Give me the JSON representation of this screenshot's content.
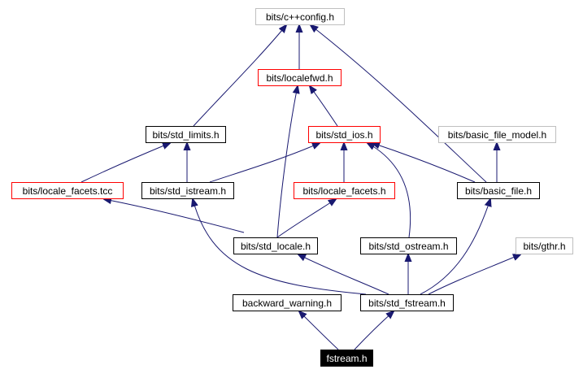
{
  "title": "fstream.h include dependency graph",
  "colors": {
    "edge": "#191970",
    "border_default": "#000000",
    "border_incomplete": "#ff0000",
    "border_undocumented": "#bfbfbf",
    "root_fill": "#000000",
    "root_text": "#ffffff",
    "text": "#000000",
    "background": "#ffffff"
  },
  "nodes": [
    {
      "id": "cppconfig",
      "label": "bits/c++config.h",
      "style": "undocumented"
    },
    {
      "id": "localefwd",
      "label": "bits/localefwd.h",
      "style": "incomplete"
    },
    {
      "id": "std_limits",
      "label": "bits/std_limits.h",
      "style": "default"
    },
    {
      "id": "std_ios",
      "label": "bits/std_ios.h",
      "style": "incomplete"
    },
    {
      "id": "basic_file_model",
      "label": "bits/basic_file_model.h",
      "style": "undocumented"
    },
    {
      "id": "locale_facets_tcc",
      "label": "bits/locale_facets.tcc",
      "style": "incomplete"
    },
    {
      "id": "std_istream",
      "label": "bits/std_istream.h",
      "style": "default"
    },
    {
      "id": "locale_facets",
      "label": "bits/locale_facets.h",
      "style": "incomplete"
    },
    {
      "id": "basic_file",
      "label": "bits/basic_file.h",
      "style": "default"
    },
    {
      "id": "std_locale",
      "label": "bits/std_locale.h",
      "style": "default"
    },
    {
      "id": "std_ostream",
      "label": "bits/std_ostream.h",
      "style": "default"
    },
    {
      "id": "gthr",
      "label": "bits/gthr.h",
      "style": "undocumented"
    },
    {
      "id": "backward_warning",
      "label": "backward_warning.h",
      "style": "default"
    },
    {
      "id": "std_fstream",
      "label": "bits/std_fstream.h",
      "style": "default"
    },
    {
      "id": "fstream",
      "label": "fstream.h",
      "style": "root"
    }
  ],
  "edges": [
    {
      "from": "localefwd",
      "to": "cppconfig"
    },
    {
      "from": "std_limits",
      "to": "cppconfig"
    },
    {
      "from": "basic_file",
      "to": "cppconfig"
    },
    {
      "from": "std_ios",
      "to": "localefwd"
    },
    {
      "from": "std_locale",
      "to": "localefwd"
    },
    {
      "from": "locale_facets_tcc",
      "to": "std_limits"
    },
    {
      "from": "std_istream",
      "to": "std_limits"
    },
    {
      "from": "std_istream",
      "to": "std_ios"
    },
    {
      "from": "locale_facets",
      "to": "std_ios"
    },
    {
      "from": "basic_file",
      "to": "std_ios"
    },
    {
      "from": "std_ostream",
      "to": "std_ios"
    },
    {
      "from": "basic_file",
      "to": "basic_file_model"
    },
    {
      "from": "std_locale",
      "to": "locale_facets_tcc"
    },
    {
      "from": "std_locale",
      "to": "locale_facets"
    },
    {
      "from": "std_fstream",
      "to": "std_istream"
    },
    {
      "from": "std_fstream",
      "to": "std_locale"
    },
    {
      "from": "std_fstream",
      "to": "std_ostream"
    },
    {
      "from": "std_fstream",
      "to": "basic_file"
    },
    {
      "from": "std_fstream",
      "to": "gthr"
    },
    {
      "from": "fstream",
      "to": "backward_warning"
    },
    {
      "from": "fstream",
      "to": "std_fstream"
    }
  ]
}
